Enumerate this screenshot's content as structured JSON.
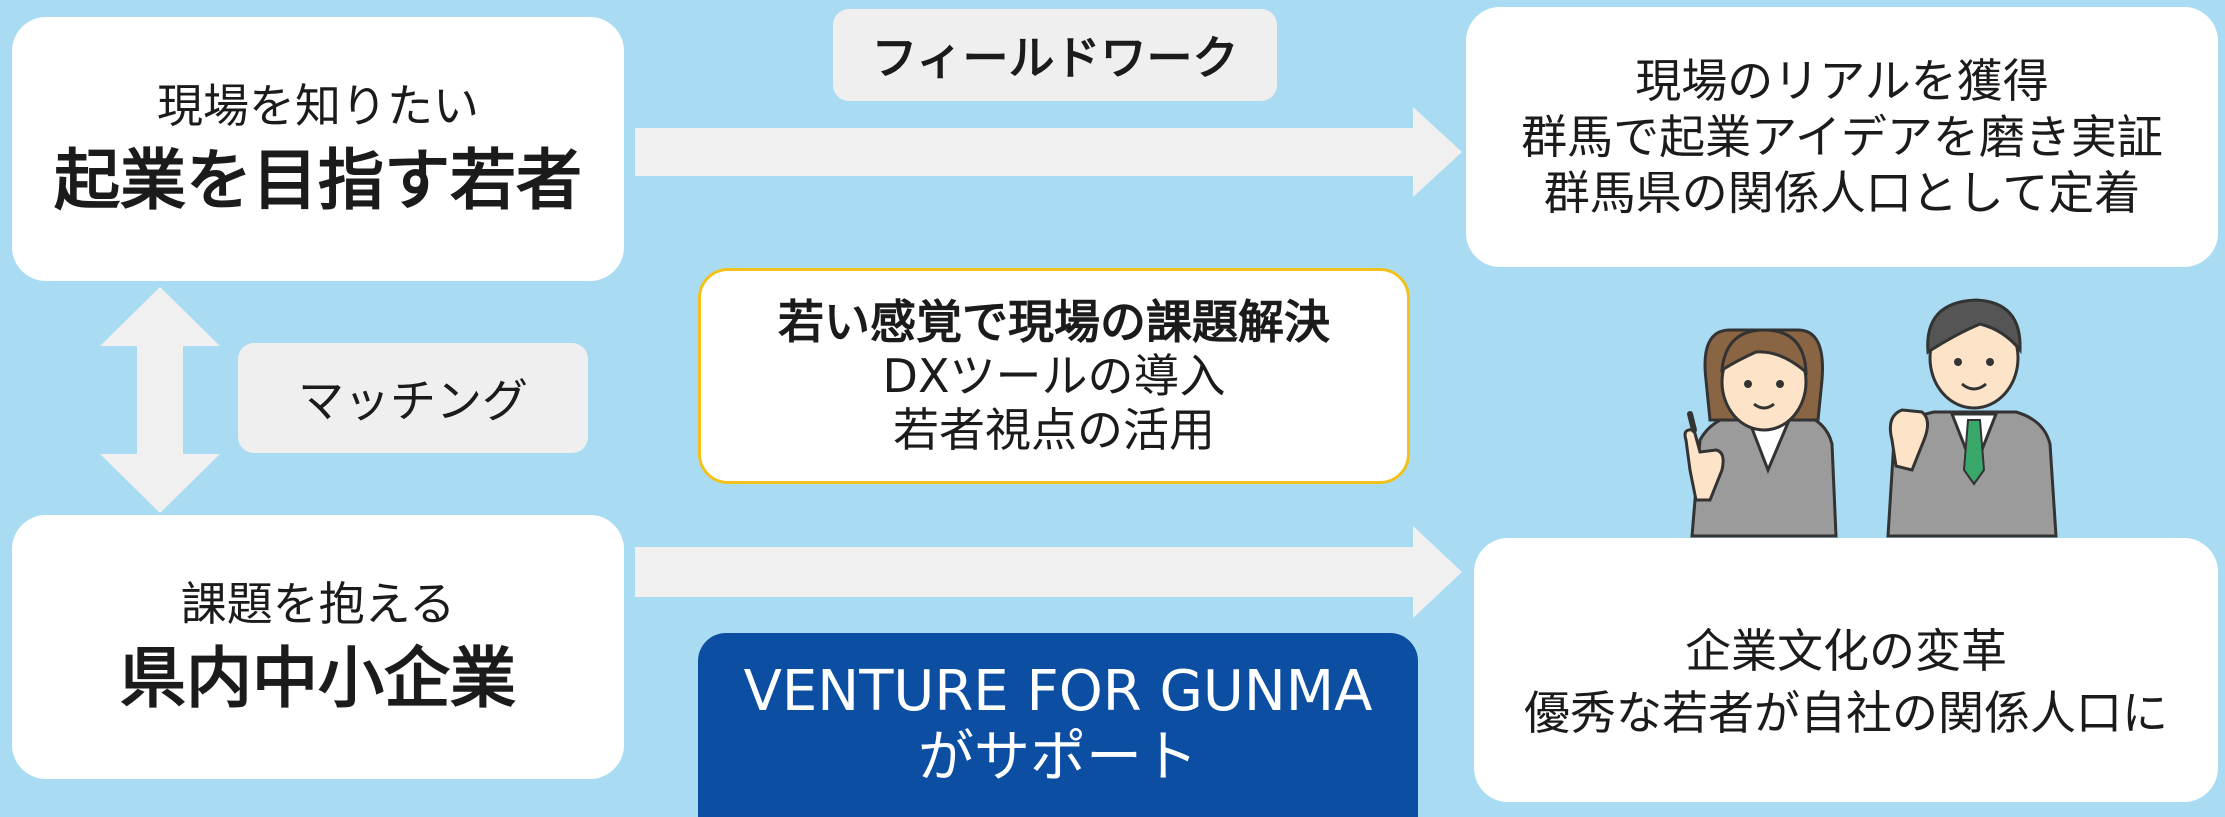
{
  "youth_box": {
    "subtitle": "現場を知りたい",
    "title": "起業を目指す若者"
  },
  "company_box": {
    "subtitle": "課題を抱える",
    "title": "県内中小企業"
  },
  "fieldwork_tag": "フィールドワーク",
  "matching_tag": "マッチング",
  "youth_outcome": [
    "現場のリアルを獲得",
    "群馬で起業アイデアを磨き実証",
    "群馬県の関係人口として定着"
  ],
  "solution_box": {
    "title": "若い感覚で現場の課題解決",
    "lines": [
      "DXツールの導入",
      "若者視点の活用"
    ]
  },
  "company_outcome": [
    "企業文化の変革",
    "優秀な若者が自社の関係人口に"
  ],
  "support_box": [
    "VENTURE FOR GUNMA",
    "がサポート"
  ],
  "colors": {
    "background": "#a9dcf3",
    "support_box": "#0b4ea2",
    "highlight_border": "#f2c21b",
    "arrow": "#f0f0f0"
  },
  "illustration": "two-business-people-icon"
}
